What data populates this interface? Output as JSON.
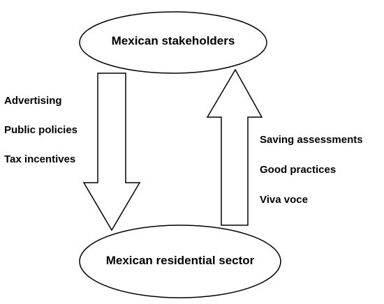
{
  "nodes": {
    "top": "Mexican stakeholders",
    "bottom": "Mexican residential sector"
  },
  "left_labels": [
    "Advertising",
    "Public policies",
    "Tax incentives"
  ],
  "right_labels": [
    "Saving assessments",
    "Good practices",
    "Viva voce"
  ],
  "colors": {
    "stroke": "#000000",
    "fill": "#ffffff",
    "text": "#000000"
  }
}
